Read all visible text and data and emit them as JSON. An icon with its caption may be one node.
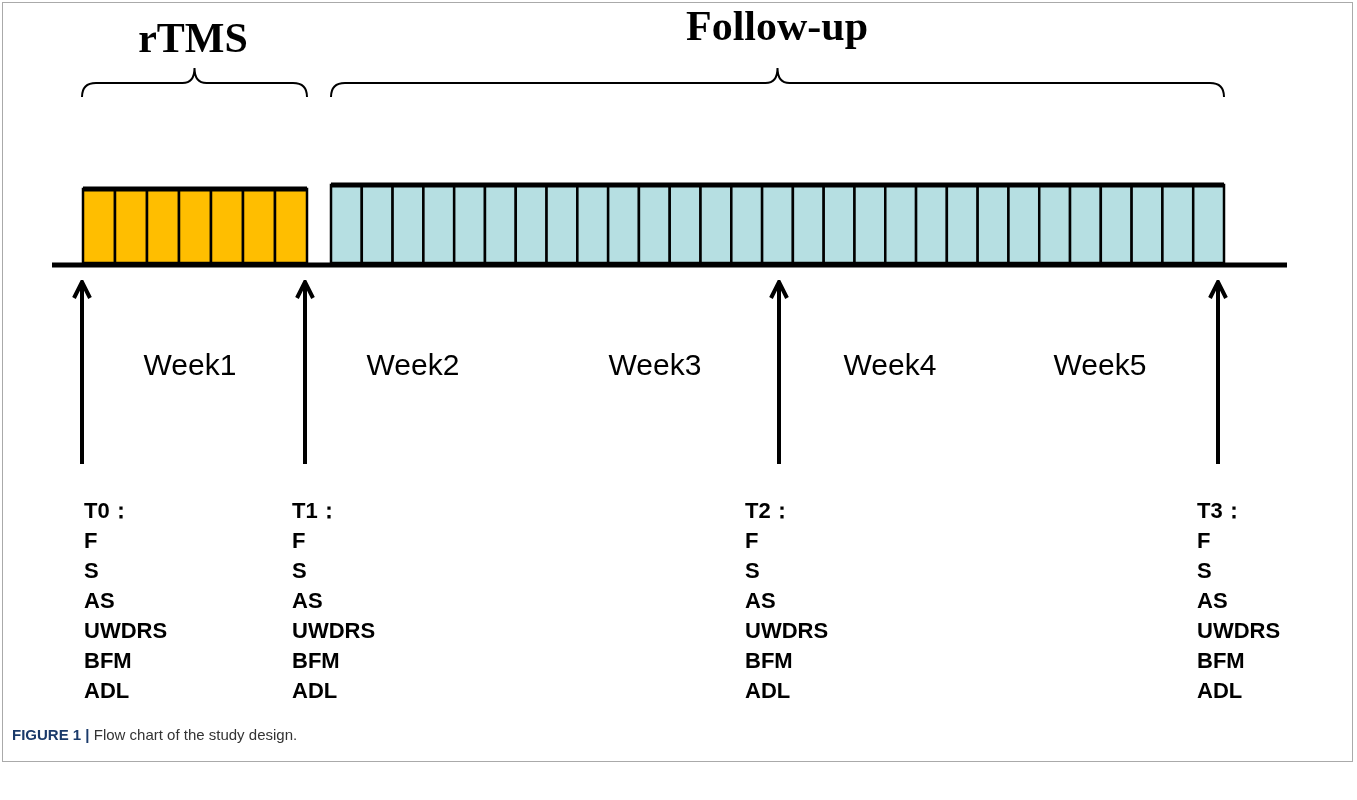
{
  "diagram": {
    "caption": "**FIGURE 1 |** Flow chart of the study design.",
    "nodes": [
      {
        "text": [],
        "shape": "bar"
      },
      {
        "text": [],
        "shape": "bar"
      },
      {
        "text": [
          "T0：",
          "F",
          "S",
          "AS",
          "UWDRS",
          "BFM",
          "ADL"
        ]
      },
      {
        "text": [
          "T1：",
          "F",
          "S",
          "AS",
          "UWDRS",
          "BFM",
          "ADL"
        ]
      },
      {
        "text": [
          "T2：",
          "F",
          "S",
          "AS",
          "UWDRS",
          "BFM",
          "ADL"
        ]
      },
      {
        "text": [
          "T3：",
          "F",
          "S",
          "AS",
          "UWDRS",
          "BFM",
          "ADL"
        ]
      }
    ],
    "edges": [
      {
        "from": 2,
        "to": 0,
        "arrow": "to"
      },
      {
        "from": 3,
        "to": 0,
        "arrow": "to"
      },
      {
        "from": 4,
        "to": 1,
        "arrow": "to"
      },
      {
        "from": 5,
        "to": 1,
        "arrow": "to"
      }
    ],
    "labels": [
      "rTMS",
      "Follow-up",
      "Week1",
      "Week2",
      "Week3",
      "Week4",
      "Week5"
    ]
  }
}
